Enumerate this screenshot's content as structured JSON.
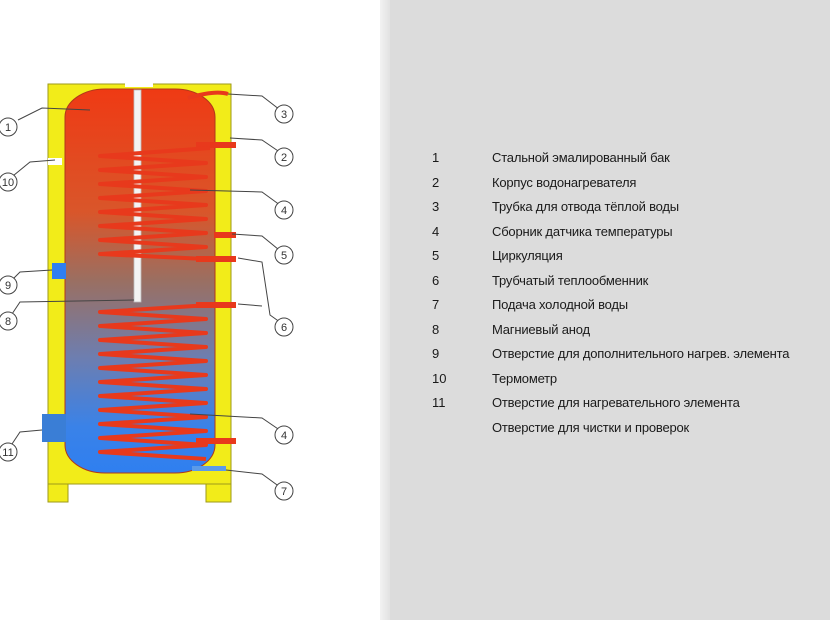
{
  "callouts": [
    "1",
    "2",
    "3",
    "4",
    "5",
    "6",
    "7",
    "8",
    "9",
    "10",
    "11"
  ],
  "legend": [
    {
      "num": "1",
      "text": "Стальной эмалированный бак"
    },
    {
      "num": "2",
      "text": "Корпус водонагревателя"
    },
    {
      "num": "3",
      "text": "Трубка для отвода тёплой воды"
    },
    {
      "num": "4",
      "text": "Сборник датчика температуры"
    },
    {
      "num": "5",
      "text": "Циркуляция"
    },
    {
      "num": "6",
      "text": "Трубчатый теплообменник"
    },
    {
      "num": "7",
      "text": "Подача холодной воды"
    },
    {
      "num": "8",
      "text": "Магниевый анод"
    },
    {
      "num": "9",
      "text": "Отверстие для дополнительного нагрев. элемента"
    },
    {
      "num": "10",
      "text": "Термометр"
    },
    {
      "num": "11",
      "text": "Отверстие для нагревательного элемента"
    },
    {
      "num": "",
      "text": "Отверстие для чистки и проверок"
    }
  ],
  "colors": {
    "casing": "#f2ec19",
    "tank_hot": "#ef3a14",
    "tank_mid": "#a86a55",
    "tank_cold": "#2f7ff0",
    "coil": "#e8391c",
    "legend_bg": "#dcdcdc"
  }
}
